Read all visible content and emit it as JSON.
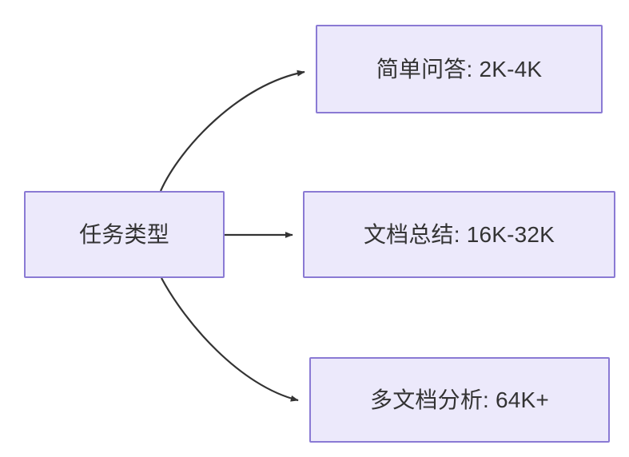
{
  "diagram": {
    "type": "flowchart",
    "direction": "left-to-right",
    "background_color": "#ffffff",
    "node_fill_color": "#ece9fb",
    "node_border_color": "#8a7ad4",
    "node_text_color": "#333333",
    "edge_color": "#333333",
    "nodes": [
      {
        "id": "root",
        "label": "任务类型",
        "role": "source"
      },
      {
        "id": "simple",
        "label": "简单问答: 2K-4K",
        "role": "target"
      },
      {
        "id": "doc",
        "label": "文档总结: 16K-32K",
        "role": "target"
      },
      {
        "id": "multi",
        "label": "多文档分析: 64K+",
        "role": "target"
      }
    ],
    "edges": [
      {
        "id": "edge-root-simple",
        "from": "root",
        "to": "simple",
        "style": "curved",
        "arrow": "arrowhead-triangle",
        "label": ""
      },
      {
        "id": "edge-root-doc",
        "from": "root",
        "to": "doc",
        "style": "straight",
        "arrow": "arrowhead-triangle",
        "label": ""
      },
      {
        "id": "edge-root-multi",
        "from": "root",
        "to": "multi",
        "style": "curved",
        "arrow": "arrowhead-triangle",
        "label": ""
      }
    ]
  }
}
